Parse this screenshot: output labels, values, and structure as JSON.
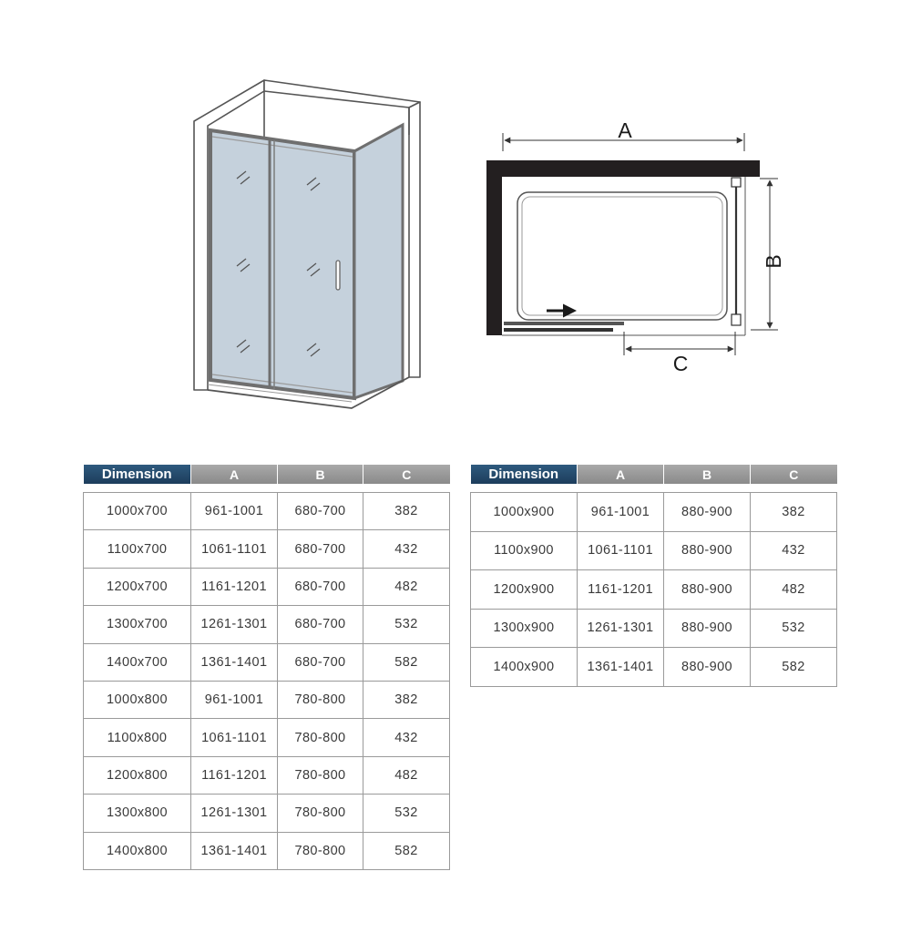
{
  "plan_labels": {
    "a": "A",
    "b": "B",
    "c": "C"
  },
  "colors": {
    "glass": "#c5d1dc",
    "frame": "#6f6f6f",
    "wall": "#231f20",
    "header_dark": "#234766",
    "header_gray": "#999999"
  },
  "tables": [
    {
      "headers": [
        "Dimension",
        "A",
        "B",
        "C"
      ],
      "rows": [
        [
          "1000x700",
          "961-1001",
          "680-700",
          "382"
        ],
        [
          "1100x700",
          "1061-1101",
          "680-700",
          "432"
        ],
        [
          "1200x700",
          "1161-1201",
          "680-700",
          "482"
        ],
        [
          "1300x700",
          "1261-1301",
          "680-700",
          "532"
        ],
        [
          "1400x700",
          "1361-1401",
          "680-700",
          "582"
        ],
        [
          "1000x800",
          "961-1001",
          "780-800",
          "382"
        ],
        [
          "1100x800",
          "1061-1101",
          "780-800",
          "432"
        ],
        [
          "1200x800",
          "1161-1201",
          "780-800",
          "482"
        ],
        [
          "1300x800",
          "1261-1301",
          "780-800",
          "532"
        ],
        [
          "1400x800",
          "1361-1401",
          "780-800",
          "582"
        ]
      ]
    },
    {
      "headers": [
        "Dimension",
        "A",
        "B",
        "C"
      ],
      "rows": [
        [
          "1000x900",
          "961-1001",
          "880-900",
          "382"
        ],
        [
          "1100x900",
          "1061-1101",
          "880-900",
          "432"
        ],
        [
          "1200x900",
          "1161-1201",
          "880-900",
          "482"
        ],
        [
          "1300x900",
          "1261-1301",
          "880-900",
          "532"
        ],
        [
          "1400x900",
          "1361-1401",
          "880-900",
          "582"
        ]
      ]
    }
  ]
}
